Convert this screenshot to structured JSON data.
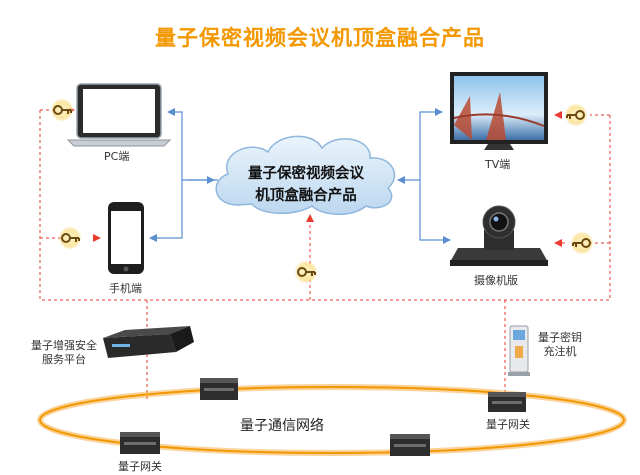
{
  "title": "量子保密视频会议机顶盒融合产品",
  "cloud": {
    "line1": "量子保密视频会议",
    "line2": "机顶盒融合产品"
  },
  "devices": {
    "pc": "PC端",
    "mobile": "手机端",
    "tv": "TV端",
    "camera": "摄像机版"
  },
  "infrastructure": {
    "platform_line1": "量子增强安全",
    "platform_line2": "服务平台",
    "kiosk_line1": "量子密钥",
    "kiosk_line2": "充注机",
    "network": "量子通信网络",
    "gateway_left": "量子网关",
    "gateway_right": "量子网关"
  },
  "colors": {
    "title": "#f39800",
    "dashed_line": "#e83a2f",
    "arrow_line": "#5b8fd0",
    "ring": "#f6b14a",
    "cloud": "#cfe3f5",
    "key_halo": "#fbe6a0"
  }
}
